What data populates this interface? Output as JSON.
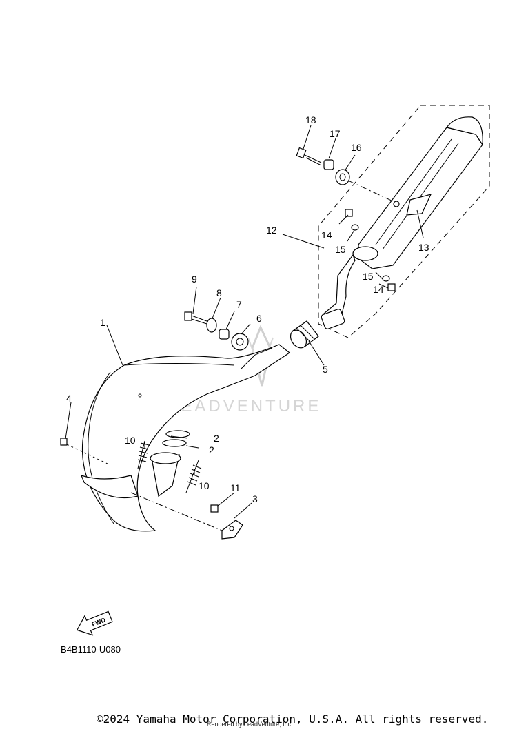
{
  "watermark": {
    "text": "LEADVENTURE"
  },
  "callouts": {
    "c1": "1",
    "c2a": "2",
    "c2b": "2",
    "c3": "3",
    "c4": "4",
    "c5": "5",
    "c6": "6",
    "c7": "7",
    "c8": "8",
    "c9": "9",
    "c10a": "10",
    "c10b": "10",
    "c11": "11",
    "c12": "12",
    "c13": "13",
    "c14a": "14",
    "c14b": "14",
    "c15a": "15",
    "c15b": "15",
    "c16": "16",
    "c17": "17",
    "c18": "18"
  },
  "fwd_label": "FWD",
  "diagram_code": "B4B1110-U080",
  "copyright": "©2024 Yamaha Motor Corporation, U.S.A. All rights reserved.",
  "rendered_by": "Rendered by LeadVenture, Inc."
}
